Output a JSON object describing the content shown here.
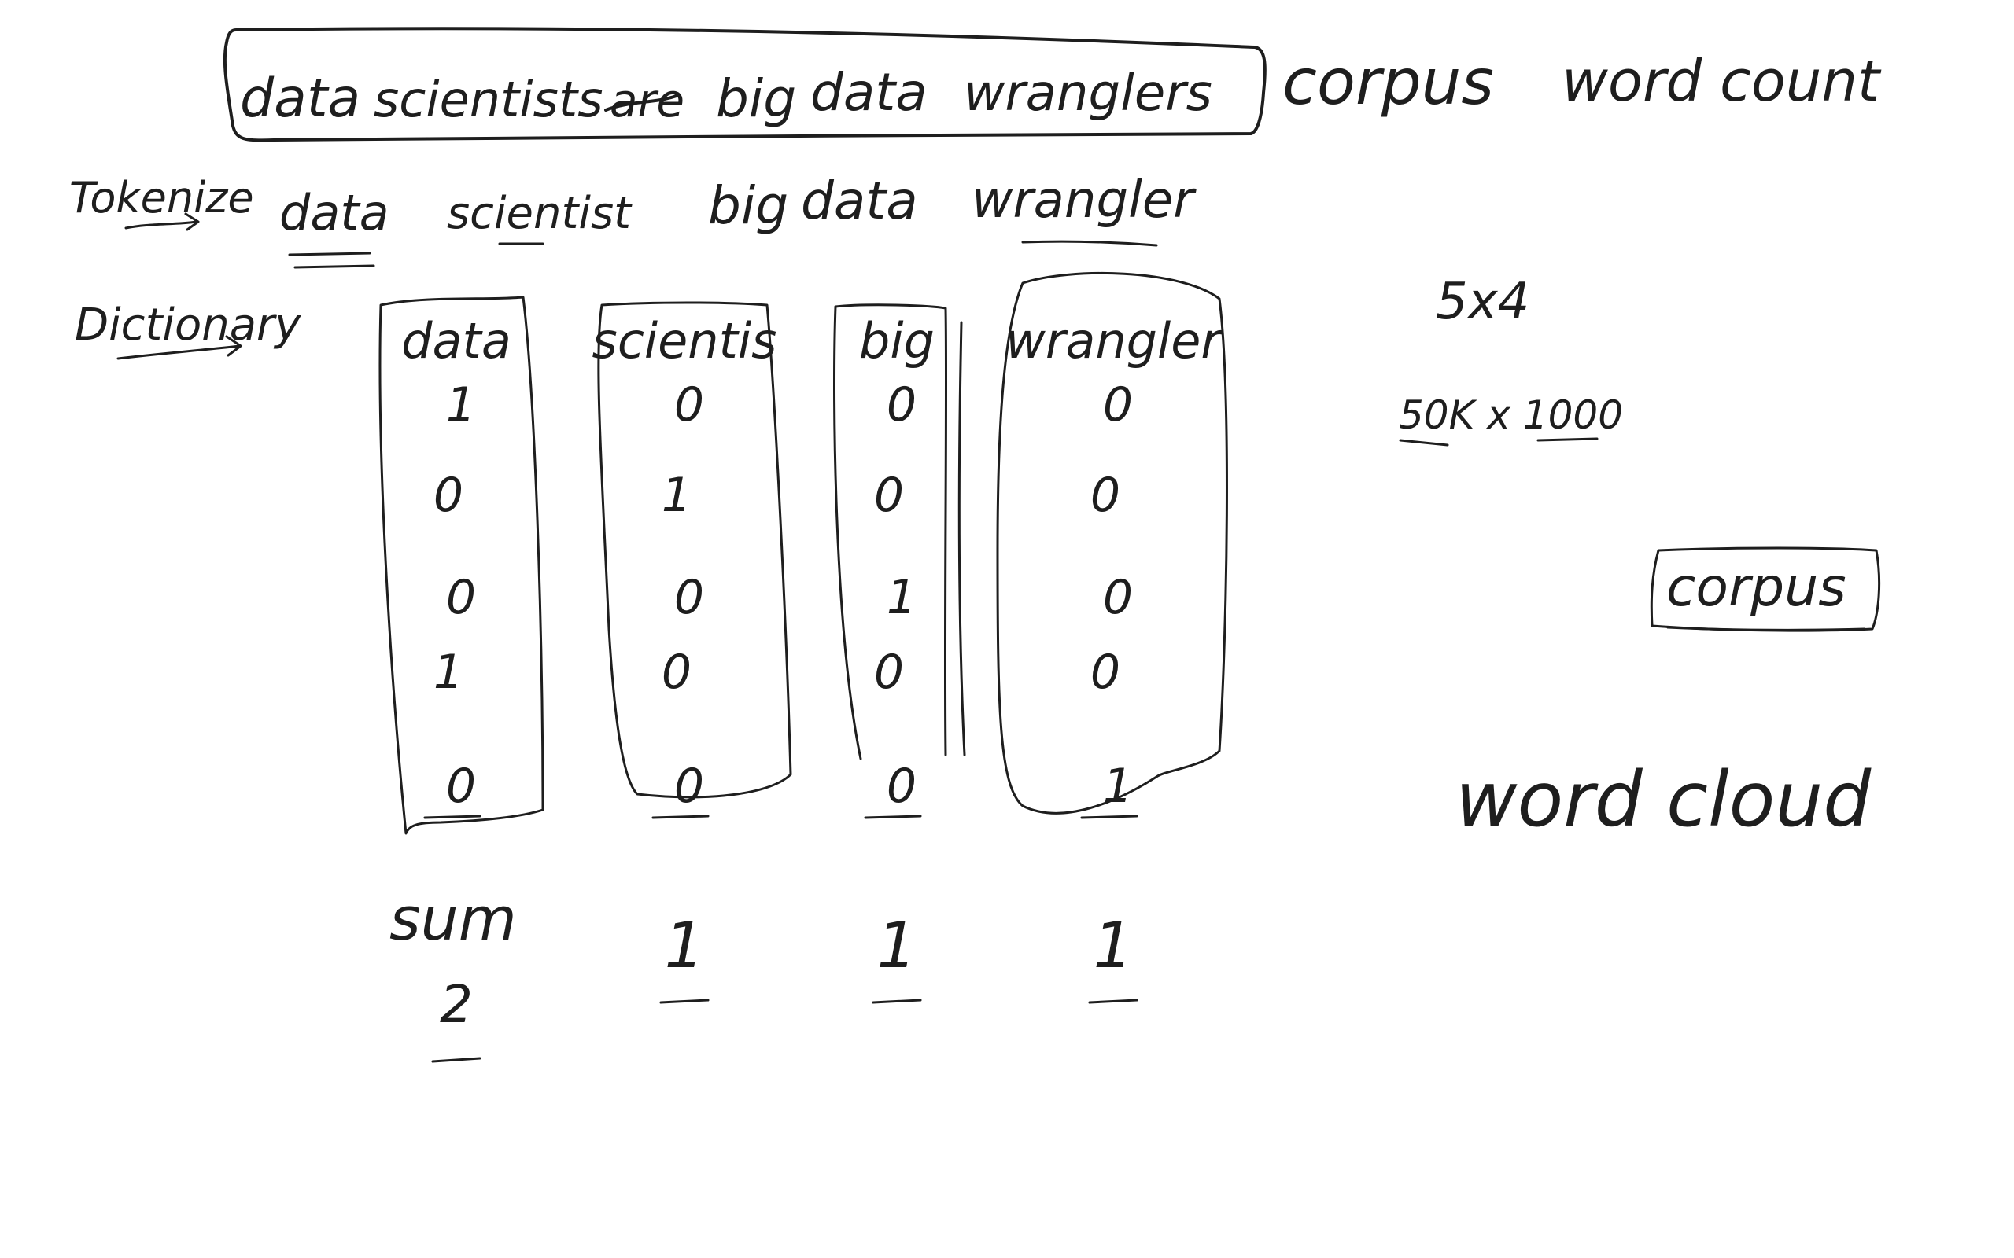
{
  "sentence": {
    "words": [
      "data",
      "scientists",
      "are",
      "big",
      "data",
      "wranglers"
    ],
    "struck_word_index": 2
  },
  "top_labels": {
    "corpus": "corpus",
    "word_count": "word count"
  },
  "steps": {
    "tokenize": "Tokenize",
    "dictionary": "Dictionary"
  },
  "tokens": [
    "data",
    "scientist",
    "big",
    "data",
    "wrangler"
  ],
  "matrix": {
    "columns": [
      {
        "header": "data",
        "values": [
          "1",
          "0",
          "0",
          "1",
          "0"
        ]
      },
      {
        "header": "scientis",
        "values": [
          "0",
          "1",
          "0",
          "0",
          "0"
        ]
      },
      {
        "header": "big",
        "values": [
          "0",
          "0",
          "1",
          "0",
          "0"
        ]
      },
      {
        "header": "wrangler",
        "values": [
          "0",
          "0",
          "0",
          "0",
          "1"
        ]
      }
    ],
    "sum_label": "sum",
    "sums": [
      "2",
      "1",
      "1",
      "1"
    ]
  },
  "notes": {
    "dims_small": "5x4",
    "dims_large": "50K x 1000",
    "corpus_box": "corpus",
    "word_cloud": "word cloud"
  },
  "ink_color": "#1e1e1e"
}
